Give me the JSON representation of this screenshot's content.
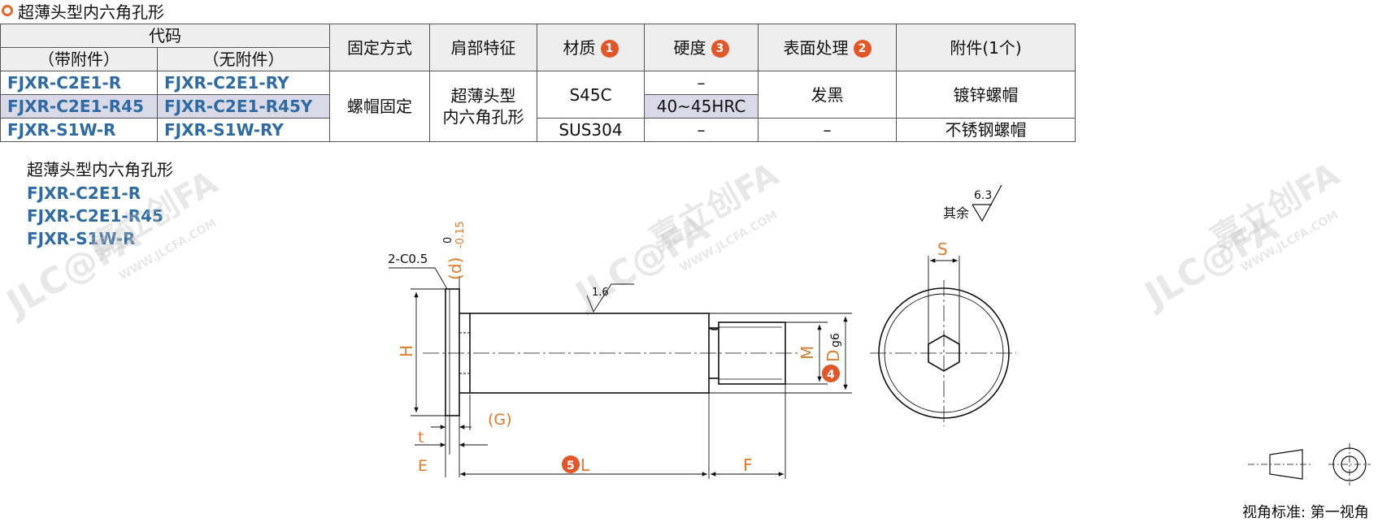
{
  "title": "超薄头型内六角孔形",
  "table": {
    "header": {
      "code": "代码",
      "with_acc": "（带附件）",
      "without_acc": "（无附件）",
      "fixing": "固定方式",
      "shoulder": "肩部特征",
      "material": "材质",
      "material_badge": "1",
      "hardness": "硬度",
      "hardness_badge": "3",
      "surface": "表面处理",
      "surface_badge": "2",
      "accessory": "附件(1个)"
    },
    "rows": [
      {
        "code_with": "FJXR-C2E1-R",
        "code_without": "FJXR-C2E1-RY",
        "hardness": "–"
      },
      {
        "code_with": "FJXR-C2E1-R45",
        "code_without": "FJXR-C2E1-R45Y",
        "hardness": "40~45HRC"
      },
      {
        "code_with": "FJXR-S1W-R",
        "code_without": "FJXR-S1W-RY",
        "material": "SUS304",
        "hardness": "–",
        "surface": "–",
        "accessory": "不锈钢螺帽"
      }
    ],
    "fixing_value": "螺帽固定",
    "shoulder_value_1": "超薄头型",
    "shoulder_value_2": "内六角孔形",
    "material_s45c": "S45C",
    "surface_black": "发黑",
    "accessory_zinc": "镀锌螺帽"
  },
  "drawing": {
    "subtitle": "超薄头型内六角孔形",
    "codes": [
      "FJXR-C2E1-R",
      "FJXR-C2E1-R45",
      "FJXR-S1W-R"
    ],
    "labels": {
      "chamfer": "2-C0.5",
      "d": "(d)",
      "d_tol_upper": "0",
      "d_tol_lower": "-0.15",
      "H": "H",
      "t": "t",
      "E": "E",
      "G": "(G)",
      "L": "L",
      "L_badge": "5",
      "F": "F",
      "M": "M",
      "D": "D",
      "D_badge": "4",
      "D_tol": "g6",
      "roughness_shaft": "1.6",
      "roughness_other_label": "其余",
      "roughness_other": "6.3",
      "S": "S"
    },
    "watermark": {
      "logo": "JLC@FA",
      "brand": "嘉立创FA",
      "url": "WWW.JLCFA.COM"
    },
    "view_standard": "视角标准: 第一视角"
  },
  "colors": {
    "accent": "#e2572a",
    "code": "#2e6aa3",
    "dim": "#e07b2a"
  }
}
